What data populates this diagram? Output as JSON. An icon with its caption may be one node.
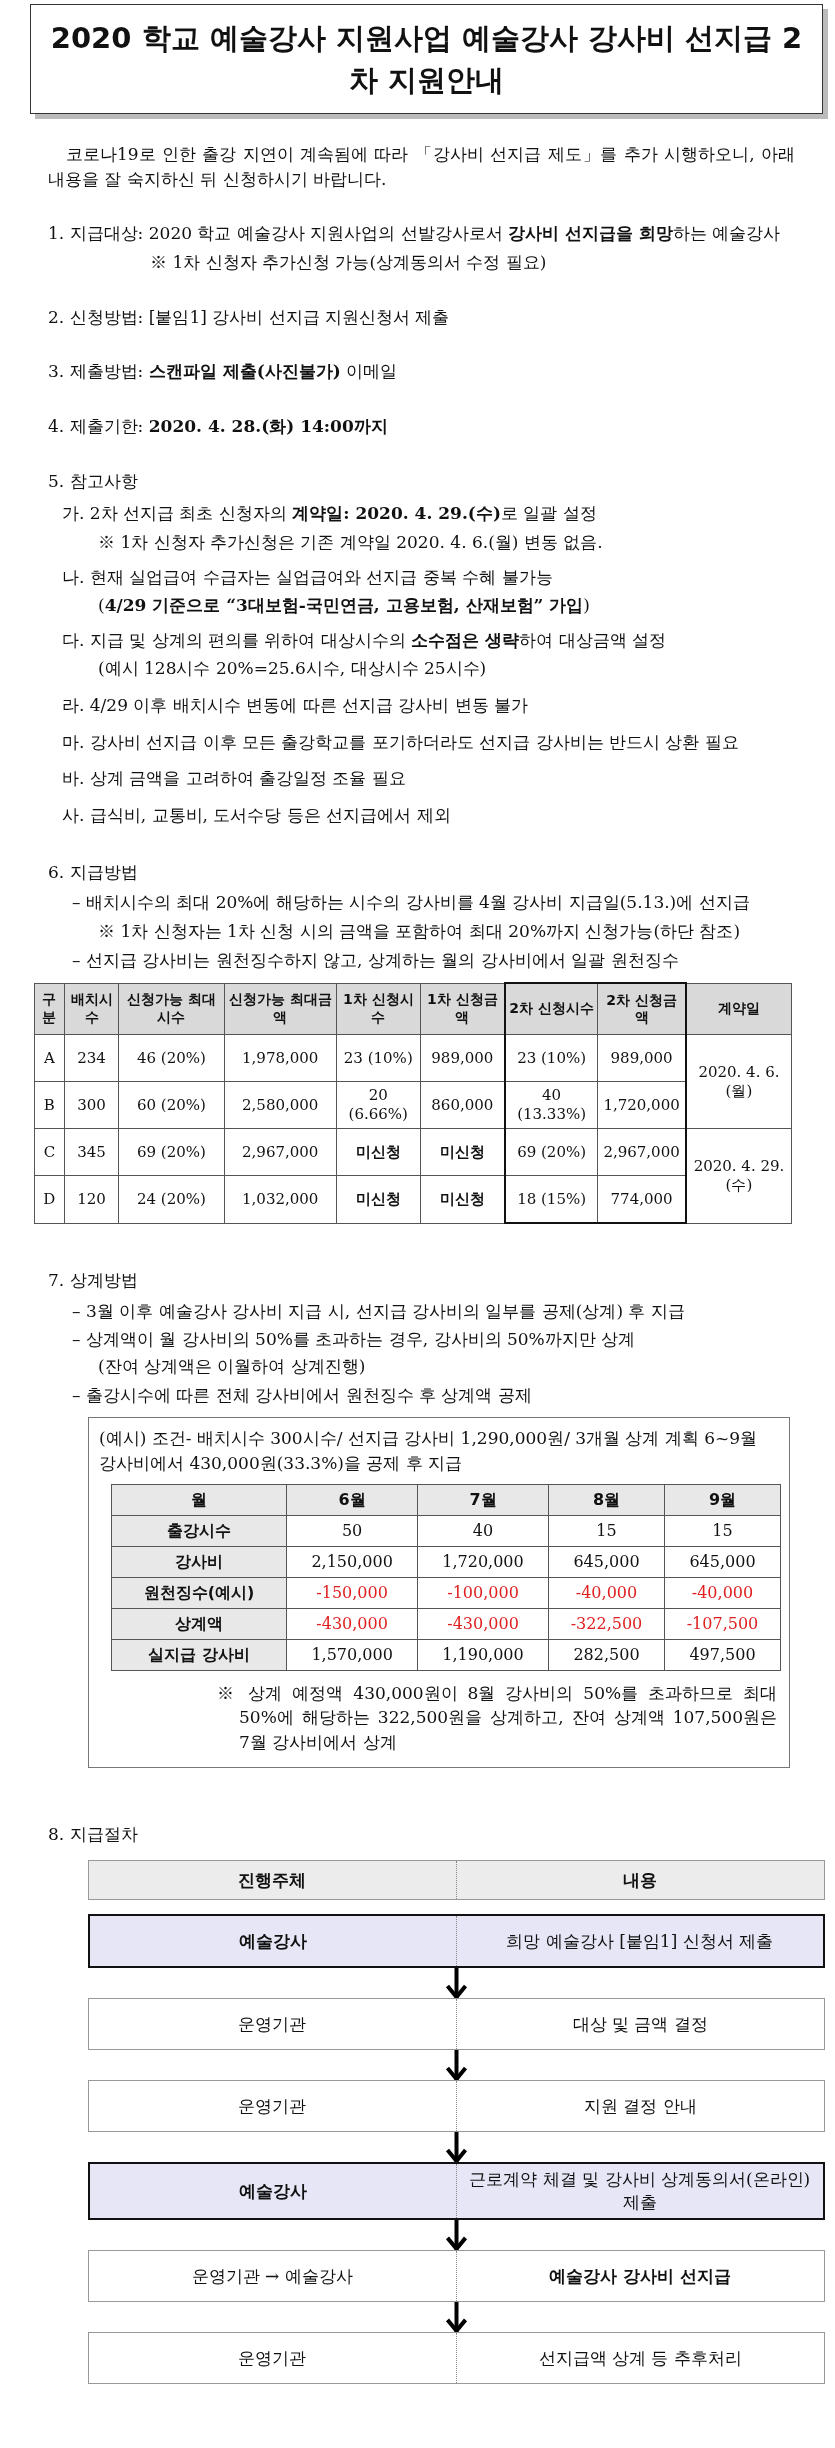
{
  "diagram": {
    "title": "2020 학교 예술강사 지원사업 예술강사 강사비 선지급 2차 지원안내",
    "nodes": [
      {
        "text": [
          "진행주체",
          "내용"
        ]
      },
      {
        "text": [
          "예술강사",
          "희망 예술강사 [붙임1] 신청서 제출"
        ]
      },
      {
        "text": [
          "운영기관",
          "대상 및 금액 결정"
        ]
      },
      {
        "text": [
          "운영기관",
          "지원 결정 안내"
        ]
      },
      {
        "text": [
          "예술강사",
          "근로계약 체결 및 강사비 상계동의서(온라인) 제출"
        ]
      },
      {
        "text": [
          "운영기관 → 예술강사",
          "예술강사 강사비 선지급"
        ]
      },
      {
        "text": [
          "운영기관",
          "선지급액 상계 등 추후처리"
        ]
      }
    ],
    "edges": [
      {
        "from": 1,
        "to": 2,
        "arrow": "to"
      },
      {
        "from": 2,
        "to": 3,
        "arrow": "to"
      },
      {
        "from": 3,
        "to": 4,
        "arrow": "to"
      },
      {
        "from": 4,
        "to": 5,
        "arrow": "to"
      },
      {
        "from": 5,
        "to": 6,
        "arrow": "to"
      }
    ],
    "labels": [
      "코로나19로 인한 출강 지연이 계속됨에 따라 「강사비 선지급 제도」를 추가 시행하오니, 아래 내용을 잘 숙지하신 뒤 신청하시기 바랍니다.",
      "1. 지급대상: 2020 학교 예술강사 지원사업의 선발강사로서 **강사비 선지급을 희망**하는 예술강사",
      "※ 1차 신청자 추가신청 가능(상계동의서 수정 필요)",
      "2. 신청방법: [붙임1] 강사비 선지급 지원신청서 제출",
      "3. 제출방법: **스캔파일 제출(사진불가)** 이메일",
      "4. 제출기한: **2020. 4. 28.(화) 14:00까지**",
      "5. 참고사항",
      "가. 2차 선지급 최초 신청자의 **계약일: 2020. 4. 29.(수)**로 일괄 설정",
      "※ 1차 신청자 추가신청은 기존 계약일 2020. 4. 6.(월) 변동 없음.",
      "나. 현재 실업급여 수급자는 실업급여와 선지급 중복 수혜 불가능",
      "(**4/29 기준으로 “3대보험-국민연금, 고용보험, 산재보험” 가입**)",
      "다. 지급 및 상계의 편의를 위하여 대상시수의 **소수점은 생략**하여 대상금액 설정",
      "(예시 128시수 20%=25.6시수, 대상시수 25시수)",
      "라. 4/29 이후 배치시수 변동에 따른 선지급 강사비 변동 불가",
      "마. 강사비 선지급 이후 모든 출강학교를 포기하더라도 선지급 강사비는 반드시 상환 필요",
      "바. 상계 금액을 고려하여 출강일정 조율 필요",
      "사. 급식비, 교통비, 도서수당 등은 선지급에서 제외",
      "6. 지급방법",
      "– 배치시수의 최대 20%에 해당하는 시수의 강사비를 4월 강사비 지급일(5.13.)에 선지급",
      "※ 1차 신청자는 1차 신청 시의 금액을 포함하여 최대 20%까지 신청가능(하단 참조)",
      "– 선지급 강사비는 원천징수하지 않고, 상계하는 월의 강사비에서 일괄 원천징수",
      "구분",
      "배치시수",
      "신청가능 최대시수",
      "신청가능 최대금액",
      "1차 신청시수",
      "1차 신청금액",
      "2차 신청시수",
      "2차 신청금액",
      "계약일",
      "A",
      "234",
      "46 (20%)",
      "1,978,000",
      "23 (10%)",
      "989,000",
      "23 (10%)",
      "989,000",
      "2020. 4. 6.(월)",
      "B",
      "300",
      "60 (20%)",
      "2,580,000",
      "20 (6.66%)",
      "860,000",
      "40 (13.33%)",
      "1,720,000",
      "C",
      "345",
      "69 (20%)",
      "2,967,000",
      "미신청",
      "미신청",
      "69 (20%)",
      "2,967,000",
      "2020. 4. 29.(수)",
      "D",
      "120",
      "24 (20%)",
      "1,032,000",
      "미신청",
      "미신청",
      "18 (15%)",
      "774,000",
      "7. 상계방법",
      "– 3월 이후 예술강사 강사비 지급 시, 선지급 강사비의 일부를 공제(상계) 후 지급",
      "– 상계액이 월 강사비의 50%를 초과하는 경우, 강사비의 50%까지만 상계",
      "(잔여 상계액은 이월하여 상계진행)",
      "– 출강시수에 따른 전체 강사비에서 원천징수 후 상계액 공제",
      "(예시) 조건- 배치시수 300시수/ 선지급 강사비 1,290,000원/ 3개월 상계 계획 6~9월 강사비에서 430,000원(33.3%)을 공제 후 지급",
      "월",
      "6월",
      "7월",
      "8월",
      "9월",
      "출강시수",
      "50",
      "40",
      "15",
      "15",
      "강사비",
      "2,150,000",
      "1,720,000",
      "645,000",
      "645,000",
      "원천징수(예시)",
      "-150,000",
      "-100,000",
      "-40,000",
      "-40,000",
      "상계액",
      "-430,000",
      "-430,000",
      "-322,500",
      "-107,500",
      "실지급 강사비",
      "1,570,000",
      "1,190,000",
      "282,500",
      "497,500",
      "※ 상계 예정액 430,000원이 8월 강사비의 50%를 초과하므로 최대 50%에 해당하는 322,500원을 상계하고, 잔여 상계액 107,500원은 7월 강사비에서 상계",
      "8. 지급절차"
    ]
  }
}
